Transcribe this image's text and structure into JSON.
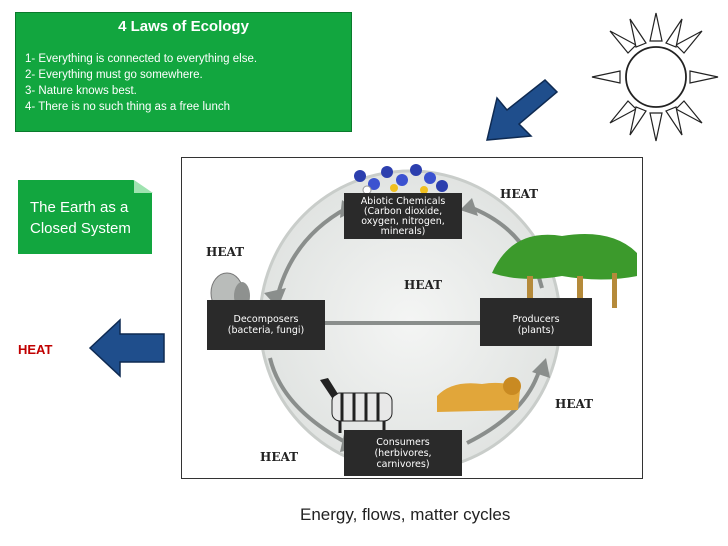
{
  "laws": {
    "title": "4 Laws of Ecology",
    "items": [
      "1- Everything is connected to everything else.",
      "2- Everything must go somewhere.",
      "3- Nature knows best.",
      "4- There is no such thing as a free lunch"
    ]
  },
  "earth_card": {
    "line1": "The Earth as a",
    "line2": "Closed System"
  },
  "heat_left": "HEAT",
  "diagram": {
    "abiotic": [
      "Abiotic Chemicals",
      "(Carbon dioxide,",
      "oxygen, nitrogen,",
      "minerals)"
    ],
    "producers": [
      "Producers",
      "(plants)"
    ],
    "decomposers": [
      "Decomposers",
      "(bacteria, fungi)"
    ],
    "consumers": [
      "Consumers",
      "(herbivores,",
      "carnivores)"
    ],
    "heat_labels": [
      "HEAT",
      "HEAT",
      "HEAT",
      "HEAT",
      "HEAT"
    ]
  },
  "footer": "Energy, flows, matter cycles",
  "colors": {
    "green": "#12a63f",
    "arrow_blue": "#1f4e8c",
    "heat_red": "#c00000"
  }
}
